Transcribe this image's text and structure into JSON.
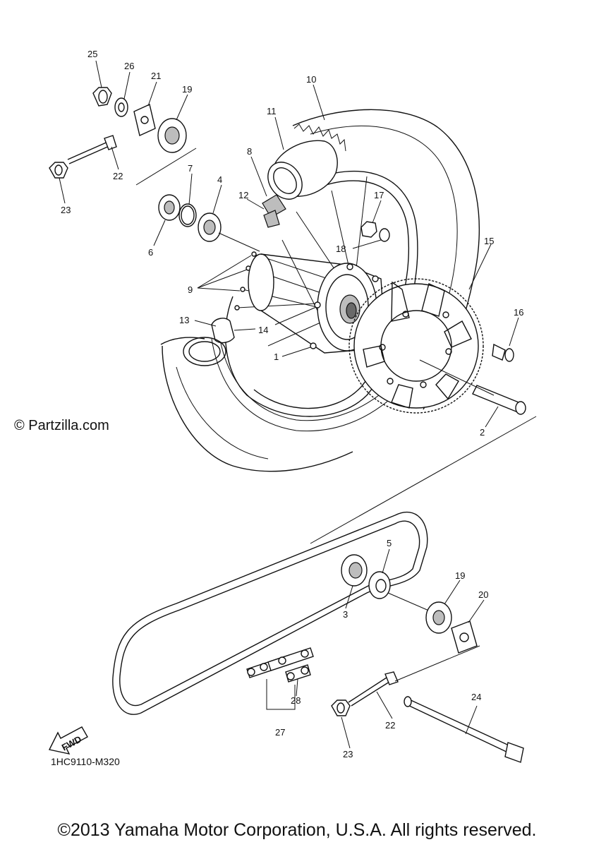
{
  "watermark": "© Partzilla.com",
  "diagram_code": "1HC9110-M320",
  "copyright": "©2013 Yamaha Motor Corporation, U.S.A. All rights reserved.",
  "fwd_label": "FWD",
  "callouts": {
    "c1": "1",
    "c2": "2",
    "c3": "3",
    "c4": "4",
    "c5": "5",
    "c6": "6",
    "c7": "7",
    "c8": "8",
    "c9": "9",
    "c10": "10",
    "c11": "11",
    "c12": "12",
    "c13": "13",
    "c14": "14",
    "c15": "15",
    "c16": "16",
    "c17": "17",
    "c18": "18",
    "c19a": "19",
    "c19b": "19",
    "c20": "20",
    "c21": "21",
    "c22a": "22",
    "c22b": "22",
    "c23a": "23",
    "c23b": "23",
    "c24": "24",
    "c25": "25",
    "c26": "26",
    "c27": "27",
    "c28": "28"
  }
}
